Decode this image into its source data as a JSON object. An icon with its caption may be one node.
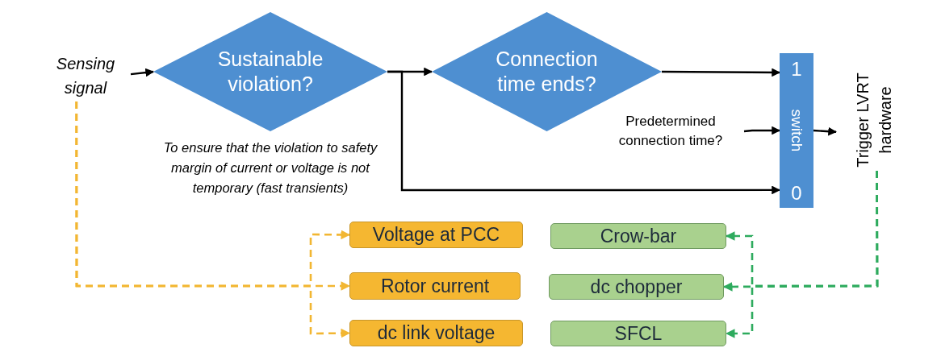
{
  "diagram": {
    "nodes": [
      {
        "text": [
          "Sensing signal"
        ]
      },
      {
        "text": [
          "Sustainable violation?"
        ],
        "beside": [
          "To ensure that the violation to safety margin of current or voltage is not temporary (fast transients)"
        ]
      },
      {
        "text": [
          "Connection time ends?"
        ]
      },
      {
        "text": [
          "1",
          "switch",
          "0"
        ]
      },
      {
        "text": [
          "Predetermined connection time?"
        ]
      },
      {
        "text": [
          "Trigger LVRT hardware"
        ]
      },
      {
        "text": [
          "Voltage at PCC"
        ]
      },
      {
        "text": [
          "Rotor current"
        ]
      },
      {
        "text": [
          "dc link voltage"
        ]
      },
      {
        "text": [
          "Crow-bar"
        ]
      },
      {
        "text": [
          "dc chopper"
        ]
      },
      {
        "text": [
          "SFCL"
        ]
      }
    ],
    "edges": [
      {
        "from": 0,
        "to": 1,
        "arrow": "to"
      },
      {
        "from": 1,
        "to": 2,
        "arrow": "to"
      },
      {
        "from": 2,
        "to": 3,
        "arrow": "to"
      },
      {
        "from": 1,
        "to": 3,
        "arrow": "to"
      },
      {
        "from": 4,
        "to": 3,
        "arrow": "to"
      },
      {
        "from": 3,
        "to": 5,
        "arrow": "to"
      },
      {
        "from": 0,
        "to": 6,
        "arrow": "to",
        "style": "dashed",
        "color": "#f2b632"
      },
      {
        "from": 0,
        "to": 7,
        "arrow": "to",
        "style": "dashed",
        "color": "#f2b632"
      },
      {
        "from": 0,
        "to": 8,
        "arrow": "to",
        "style": "dashed",
        "color": "#f2b632"
      },
      {
        "from": 5,
        "to": 9,
        "arrow": "to",
        "style": "dashed",
        "color": "#2eab5e"
      },
      {
        "from": 5,
        "to": 10,
        "arrow": "to",
        "style": "dashed",
        "color": "#2eab5e"
      },
      {
        "from": 5,
        "to": 11,
        "arrow": "to",
        "style": "dashed",
        "color": "#2eab5e"
      }
    ]
  }
}
